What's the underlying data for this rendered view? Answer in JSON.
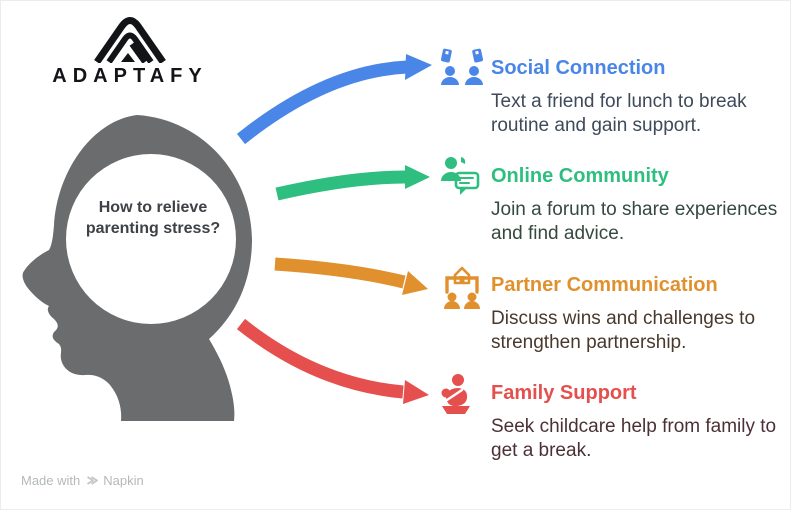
{
  "brand": {
    "name": "ADAPTAFY"
  },
  "center": {
    "question": "How to relieve parenting stress?"
  },
  "items": [
    {
      "title": "Social Connection",
      "description": "Text a friend for lunch to break routine and gain support.",
      "color": "#4a86e8",
      "description_color": "#3e4a5a",
      "icon": "texting-people-icon"
    },
    {
      "title": "Online Community",
      "description": "Join a forum to share experiences and find advice.",
      "color": "#2ebf80",
      "description_color": "#35493f",
      "icon": "person-chat-icon"
    },
    {
      "title": "Partner Communication",
      "description": "Discuss wins and challenges to strengthen partnership.",
      "color": "#e0912e",
      "description_color": "#49392c",
      "icon": "partners-home-icon"
    },
    {
      "title": "Family Support",
      "description": "Seek childcare help from family to get a break.",
      "color": "#e5504e",
      "description_color": "#4b3136",
      "icon": "caregiver-baby-icon"
    }
  ],
  "footer": {
    "made_with": "Made with",
    "brand": "Napkin"
  },
  "colors": {
    "background": "#ffffff",
    "border": "#ececec",
    "head": "#6b6c6d",
    "question_text": "#3e4145",
    "logo": "#121417",
    "footer_text": "#b4b8bb",
    "footer_glyph": "#c2c6c9"
  }
}
